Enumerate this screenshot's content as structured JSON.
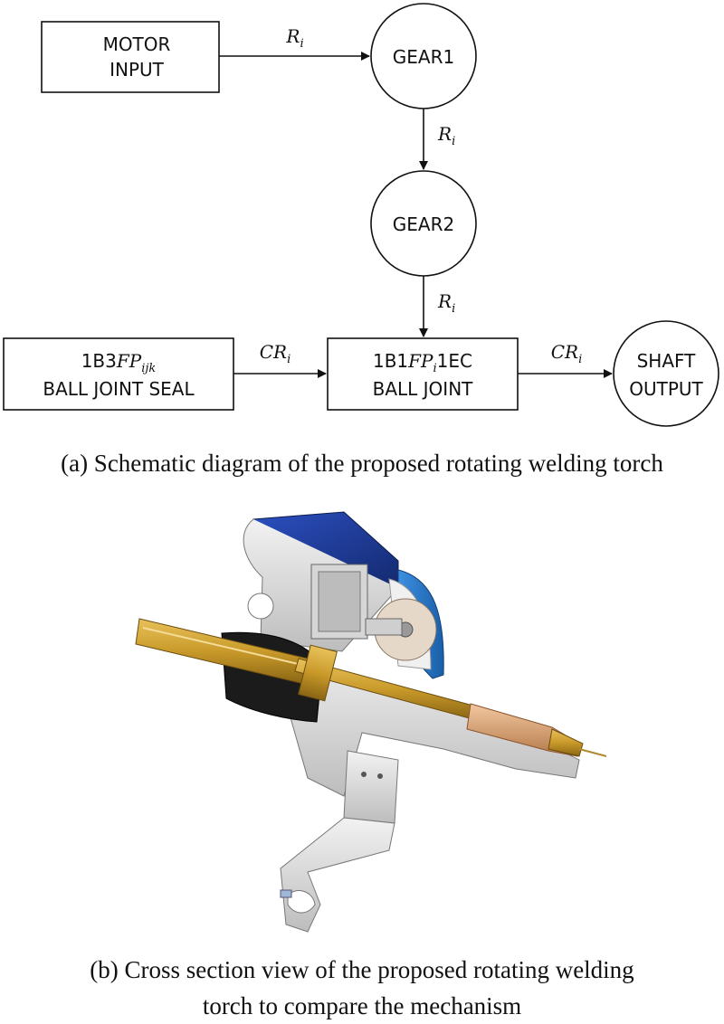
{
  "schematic": {
    "nodes": {
      "motor_input": {
        "line1": "MOTOR",
        "line2": "INPUT"
      },
      "gear1": {
        "label": "GEAR1"
      },
      "gear2": {
        "label": "GEAR2"
      },
      "ball_joint_seal": {
        "line1_prefix": "1B3",
        "line1_var": "FP",
        "line1_sub": "ijk",
        "line2": "BALL JOINT SEAL"
      },
      "ball_joint": {
        "line1_prefix": "1B1",
        "line1_var": "FP",
        "line1_sub": "i",
        "line1_suffix": "1EC",
        "line2": "BALL JOINT"
      },
      "shaft_output": {
        "line1": "SHAFT",
        "line2": "OUTPUT"
      }
    },
    "edges": {
      "motor_to_gear1": {
        "var": "R",
        "sub": "i"
      },
      "gear1_to_gear2": {
        "var": "R",
        "sub": "i"
      },
      "gear2_to_ball_joint": {
        "var": "R",
        "sub": "i"
      },
      "seal_to_ball_joint": {
        "var": "CR",
        "sub": "i"
      },
      "ball_joint_to_shaft": {
        "var": "CR",
        "sub": "i"
      }
    }
  },
  "captions": {
    "a": "(a) Schematic diagram of the proposed rotating welding torch",
    "b_line1": "(b) Cross section view of the proposed rotating welding",
    "b_line2": "torch to compare the mechanism"
  },
  "colors": {
    "line": "#111111",
    "housing_blue": "#1d3c9b",
    "nozzle_blue": "#2f7fd0",
    "brass": "#c99a2a",
    "copper": "#d9a070",
    "black_grip": "#1b1b1b",
    "gray_body": "#dcdcdc"
  }
}
